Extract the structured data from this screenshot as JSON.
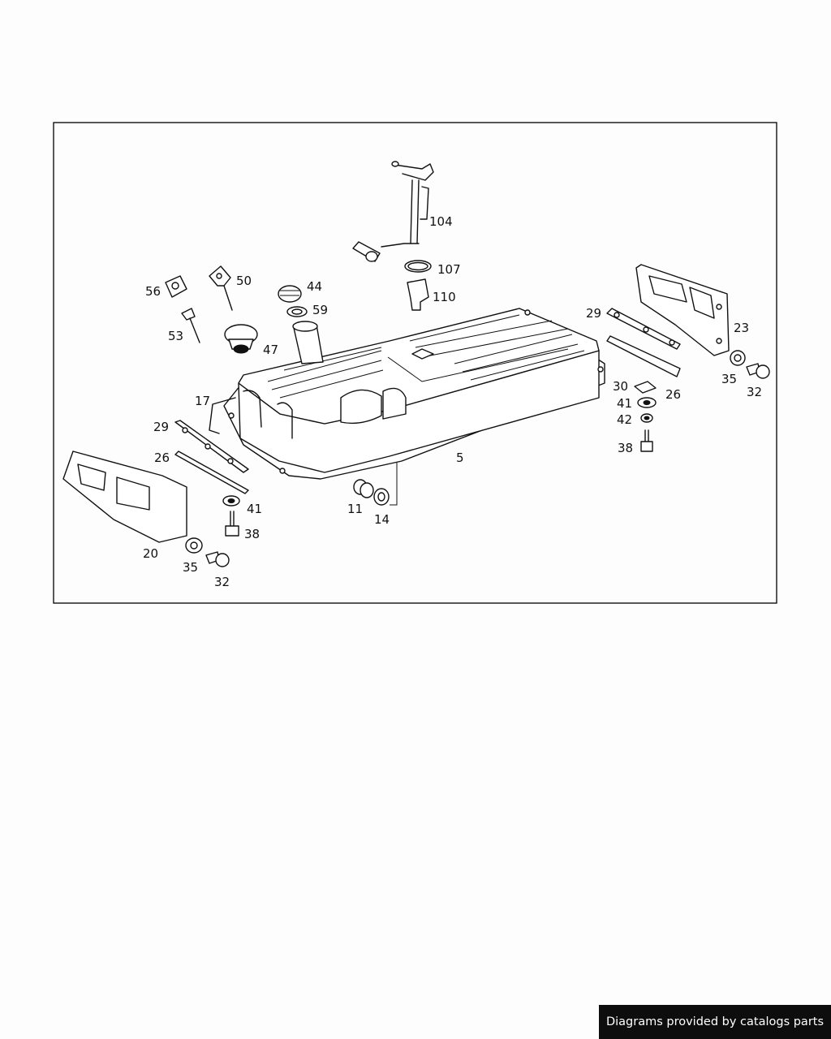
{
  "diagram": {
    "part_labels": {
      "p104": "104",
      "p107": "107",
      "p110": "110",
      "p56": "56",
      "p50": "50",
      "p44": "44",
      "p59": "59",
      "p53": "53",
      "p47": "47",
      "p17": "17",
      "p5": "5",
      "p29_left": "29",
      "p26_left": "26",
      "p20": "20",
      "p41_left": "41",
      "p38_left": "38",
      "p35_left": "35",
      "p32_left": "32",
      "p11": "11",
      "p14": "14",
      "p29_right": "29",
      "p23": "23",
      "p35_right": "35",
      "p32_right": "32",
      "p30": "30",
      "p26_right": "26",
      "p41_right": "41",
      "p42": "42",
      "p38_right": "38"
    }
  },
  "footer": {
    "credit": "Diagrams provided by catalogs parts"
  }
}
